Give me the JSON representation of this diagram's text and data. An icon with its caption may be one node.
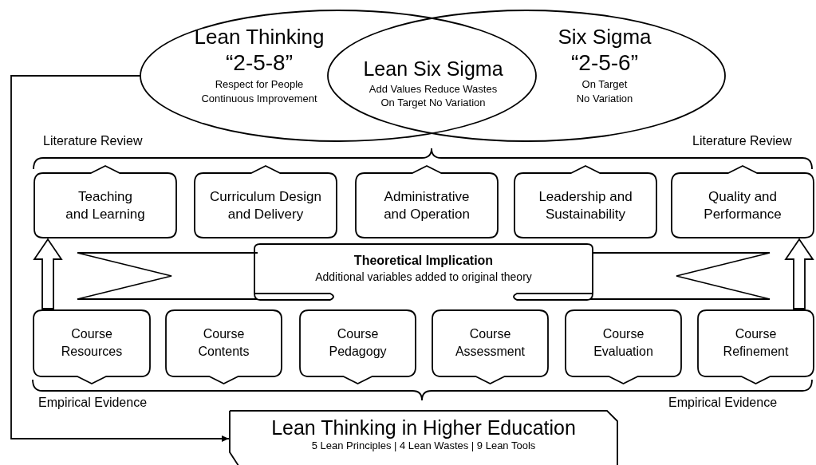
{
  "diagram": {
    "nodes": [
      {
        "text": [
          "Lean Thinking",
          "“2-5-8”",
          "Respect for People Continuous Improvement"
        ]
      },
      {
        "text": [
          "Lean Six Sigma",
          "Add Values Reduce Wastes On Target No Variation"
        ]
      },
      {
        "text": [
          "Six Sigma",
          "“2-5-6”",
          "On Target No Variation"
        ]
      },
      {
        "text": [
          "Teaching and Learning"
        ]
      },
      {
        "text": [
          "Curriculum Design and Delivery"
        ]
      },
      {
        "text": [
          "Administrative and Operation"
        ]
      },
      {
        "text": [
          "Leadership and Sustainability"
        ]
      },
      {
        "text": [
          "Quality and Performance"
        ]
      },
      {
        "text": [
          "Theoretical Implication",
          "Additional variables added to original theory"
        ]
      },
      {
        "text": [
          "Course Resources"
        ]
      },
      {
        "text": [
          "Course Contents"
        ]
      },
      {
        "text": [
          "Course Pedagogy"
        ]
      },
      {
        "text": [
          "Course Assessment"
        ]
      },
      {
        "text": [
          "Course Evaluation"
        ]
      },
      {
        "text": [
          "Course Refinement"
        ]
      },
      {
        "text": [
          "Lean Thinking in Higher Education",
          "5 Lean Principles | 4 Lean Wastes | 9 Lean Tools"
        ]
      }
    ],
    "edges": [
      {
        "from": 0,
        "to": 15,
        "arrow": "to"
      },
      {
        "from": 9,
        "to": 3,
        "arrow": "to"
      },
      {
        "from": 14,
        "to": 7,
        "arrow": "to"
      }
    ],
    "labels": [
      "Literature Review",
      "Literature Review",
      "Empirical Evidence",
      "Empirical Evidence"
    ]
  }
}
